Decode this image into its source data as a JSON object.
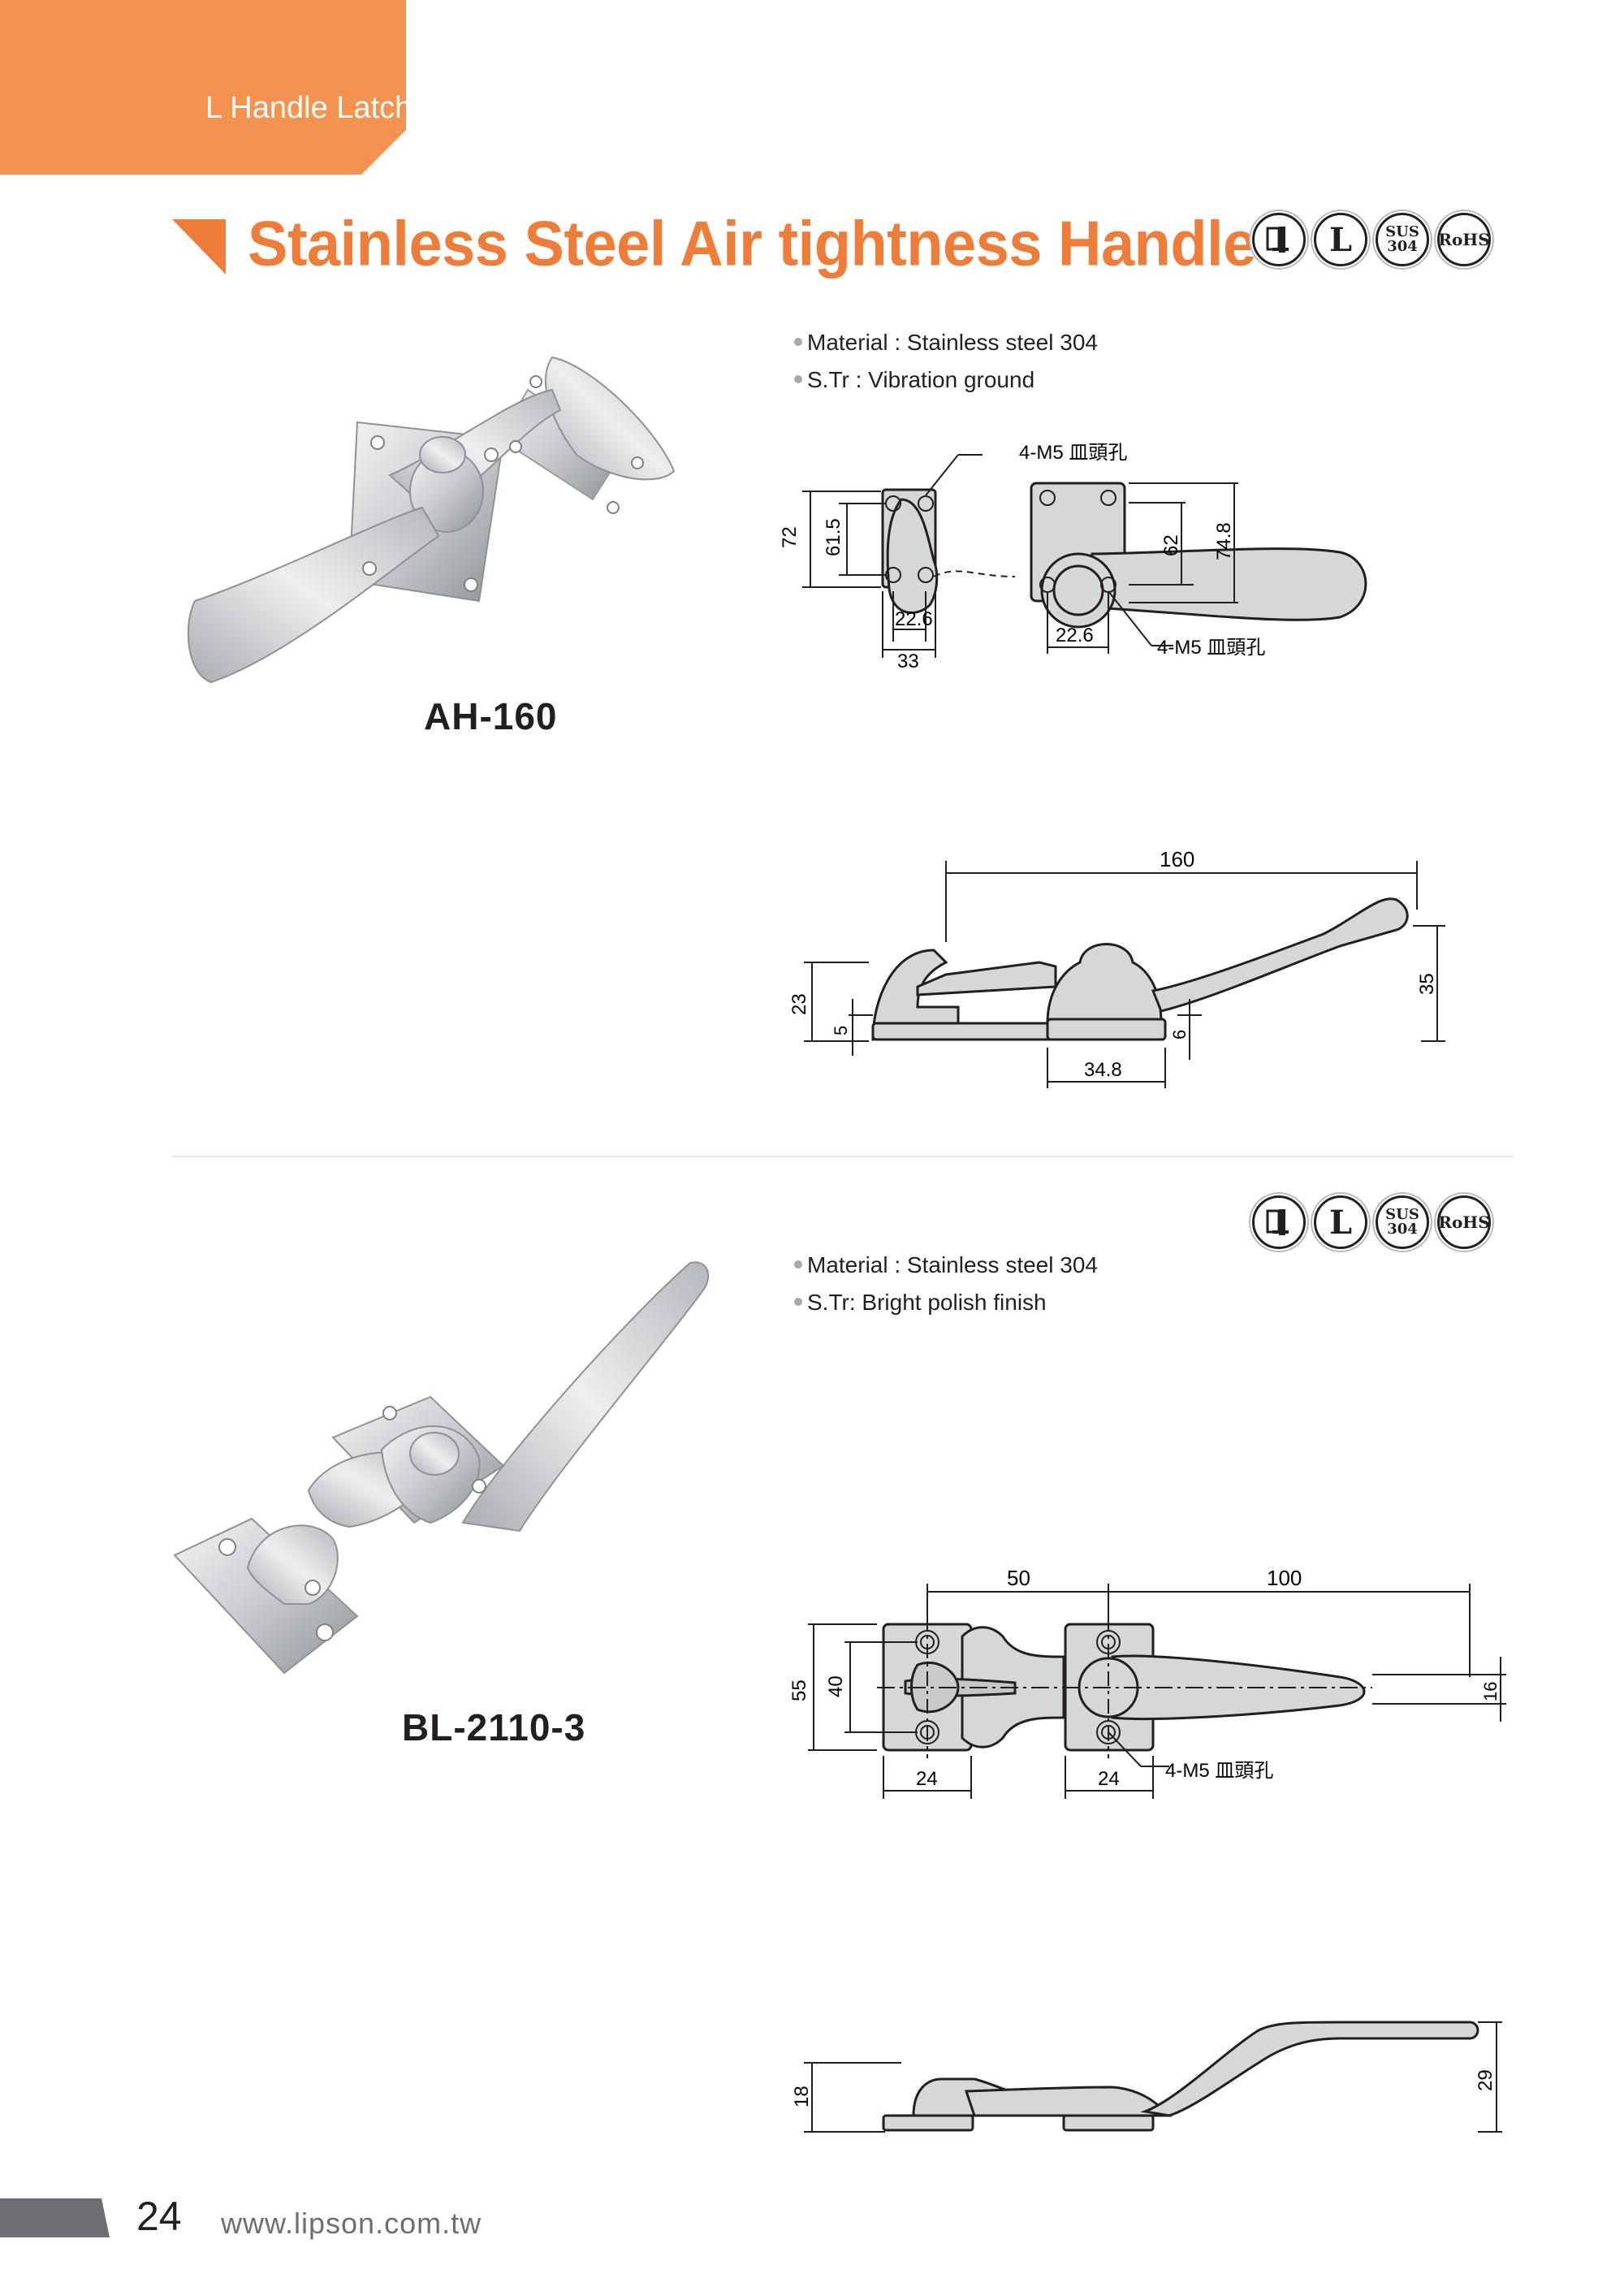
{
  "header": {
    "category": "L Handle Latch"
  },
  "title": "Stainless Steel Air tightness Handle",
  "badges": {
    "l": "L",
    "sus_top": "SUS",
    "sus_bottom": "304",
    "rohs": "RoHS"
  },
  "product1": {
    "model": "AH-160",
    "specs": [
      "Material : Stainless steel 304",
      "S.Tr : Vibration ground"
    ],
    "dims": {
      "hole_note": "4-M5 皿頭孔",
      "h72": "72",
      "h61_5": "61.5",
      "w22_6a": "22.6",
      "w33": "33",
      "w22_6b": "22.6",
      "h62": "62",
      "h74_8": "74.8",
      "l160": "160",
      "h23": "23",
      "h5": "5",
      "w34_8": "34.8",
      "h6": "6",
      "h35": "35"
    }
  },
  "product2": {
    "model": "BL-2110-3",
    "specs": [
      "Material : Stainless steel 304",
      "S.Tr: Bright polish finish"
    ],
    "dims": {
      "hole_note": "4-M5 皿頭孔",
      "w50": "50",
      "w100": "100",
      "h55": "55",
      "h40": "40",
      "h16": "16",
      "w24a": "24",
      "w24b": "24",
      "h18": "18",
      "h29": "29"
    }
  },
  "footer": {
    "page": "24",
    "url": "www.lipson.com.tw"
  }
}
